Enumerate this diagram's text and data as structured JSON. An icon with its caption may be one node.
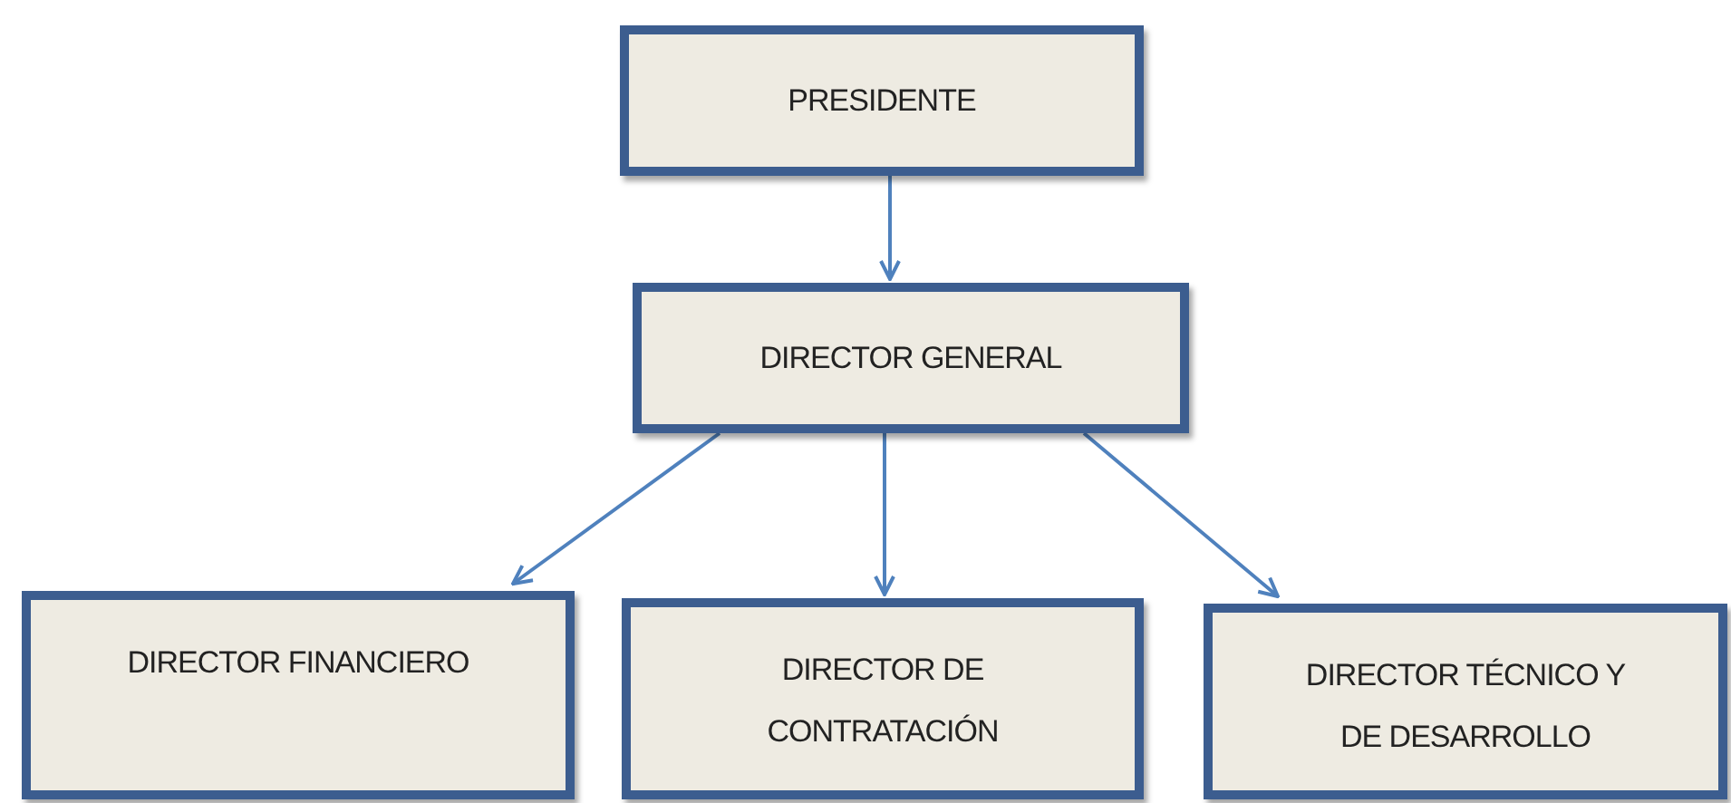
{
  "diagram": {
    "nodes": [
      {
        "text": [
          "PRESIDENTE"
        ]
      },
      {
        "text": [
          "DIRECTOR GENERAL"
        ]
      },
      {
        "text": [
          "DIRECTOR FINANCIERO"
        ]
      },
      {
        "text": [
          "DIRECTOR DE CONTRATACIÓN"
        ]
      },
      {
        "text": [
          "DIRECTOR TÉCNICO Y DE DESARROLLO"
        ]
      }
    ],
    "edges": [
      {
        "from": 0,
        "to": 1,
        "arrow": "to"
      },
      {
        "from": 1,
        "to": 2,
        "arrow": "to"
      },
      {
        "from": 1,
        "to": 3,
        "arrow": "to"
      },
      {
        "from": 1,
        "to": 4,
        "arrow": "to"
      }
    ]
  }
}
